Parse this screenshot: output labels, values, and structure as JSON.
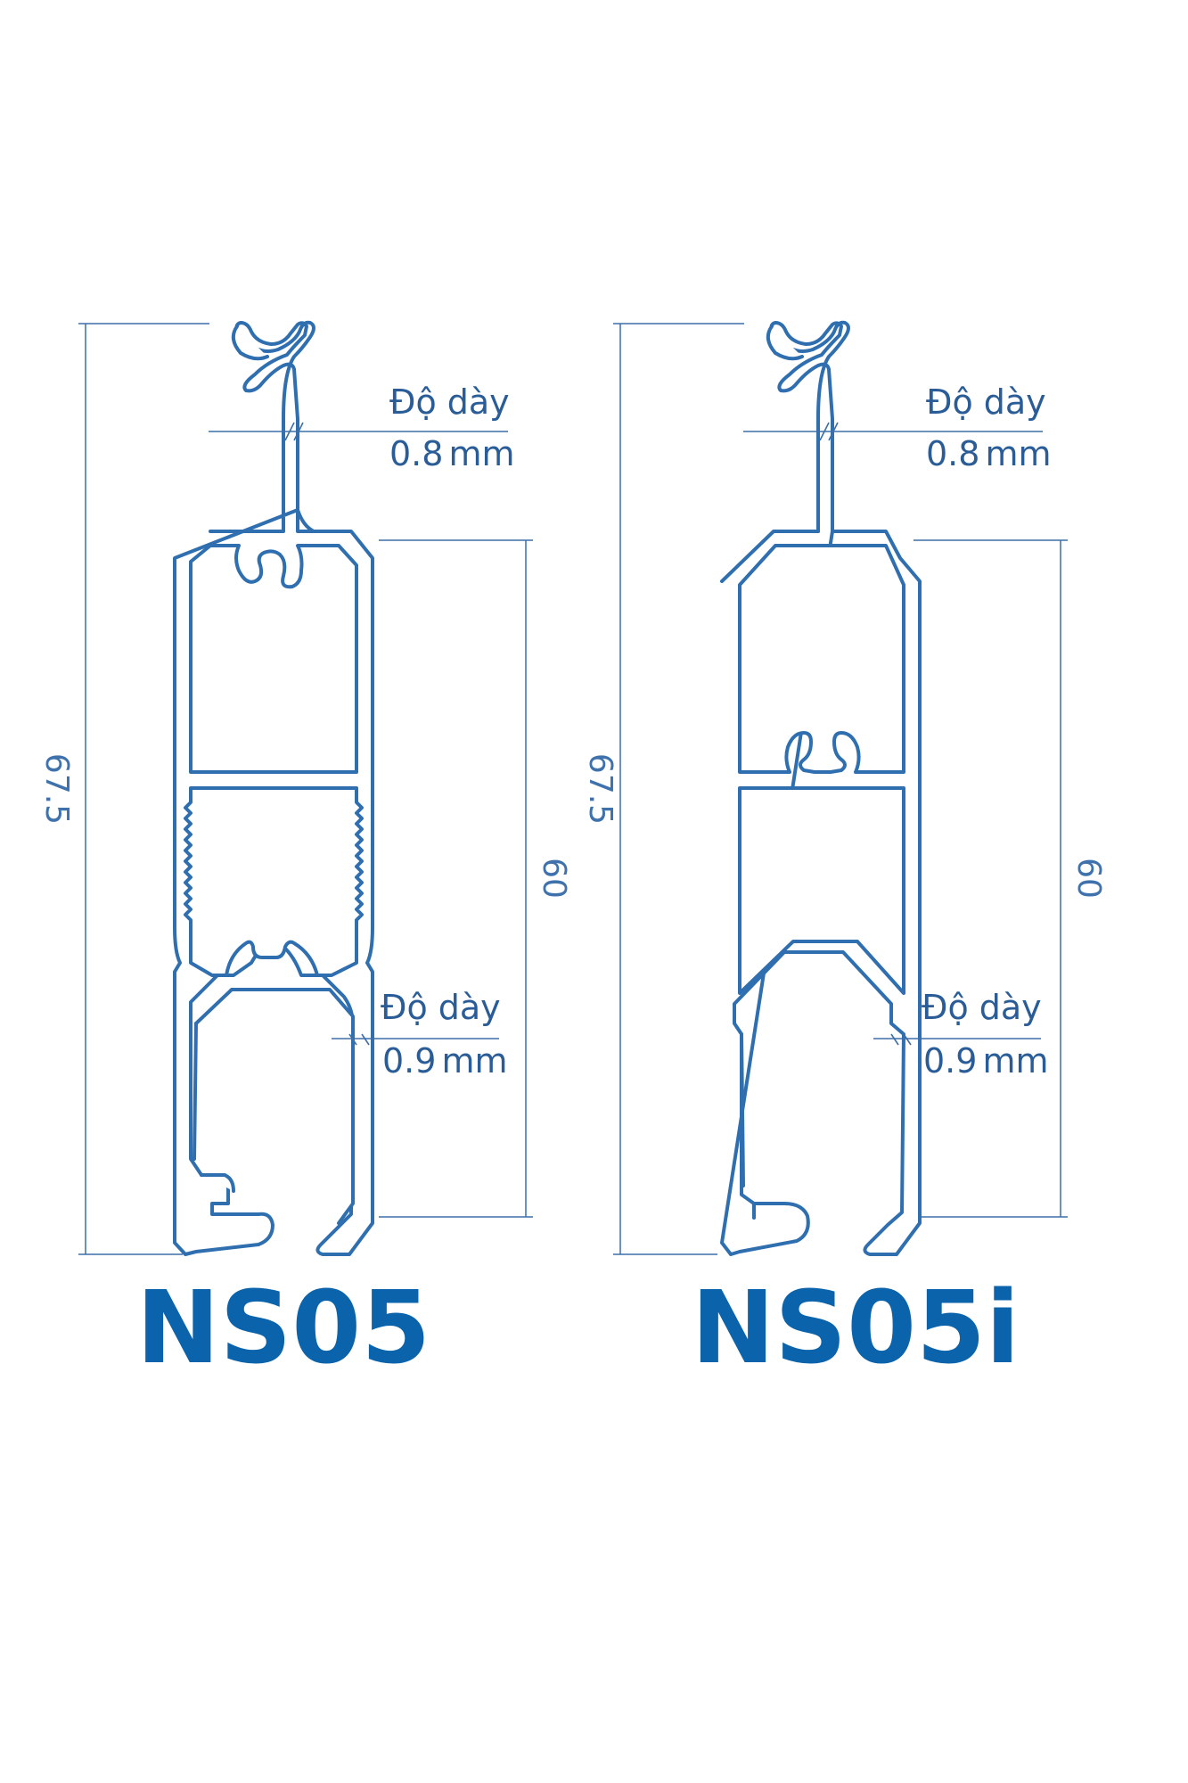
{
  "profiles": [
    {
      "id": "ns05",
      "model": "NS05",
      "overall_height": "67.5",
      "body_height": "60",
      "thickness_top_label": "Độ dày",
      "thickness_top_value": "0.8",
      "thickness_top_unit": "mm",
      "thickness_bottom_label": "Độ dày",
      "thickness_bottom_value": "0.9",
      "thickness_bottom_unit": "mm"
    },
    {
      "id": "ns05i",
      "model": "NS05i",
      "overall_height": "67.5",
      "body_height": "60",
      "thickness_top_label": "Độ dày",
      "thickness_top_value": "0.8",
      "thickness_top_unit": "mm",
      "thickness_bottom_label": "Độ dày",
      "thickness_bottom_value": "0.9",
      "thickness_bottom_unit": "mm"
    }
  ],
  "colors": {
    "outline": "#2f6fb0",
    "dimension": "#3d6fa8",
    "model_name": "#0b64ab"
  }
}
